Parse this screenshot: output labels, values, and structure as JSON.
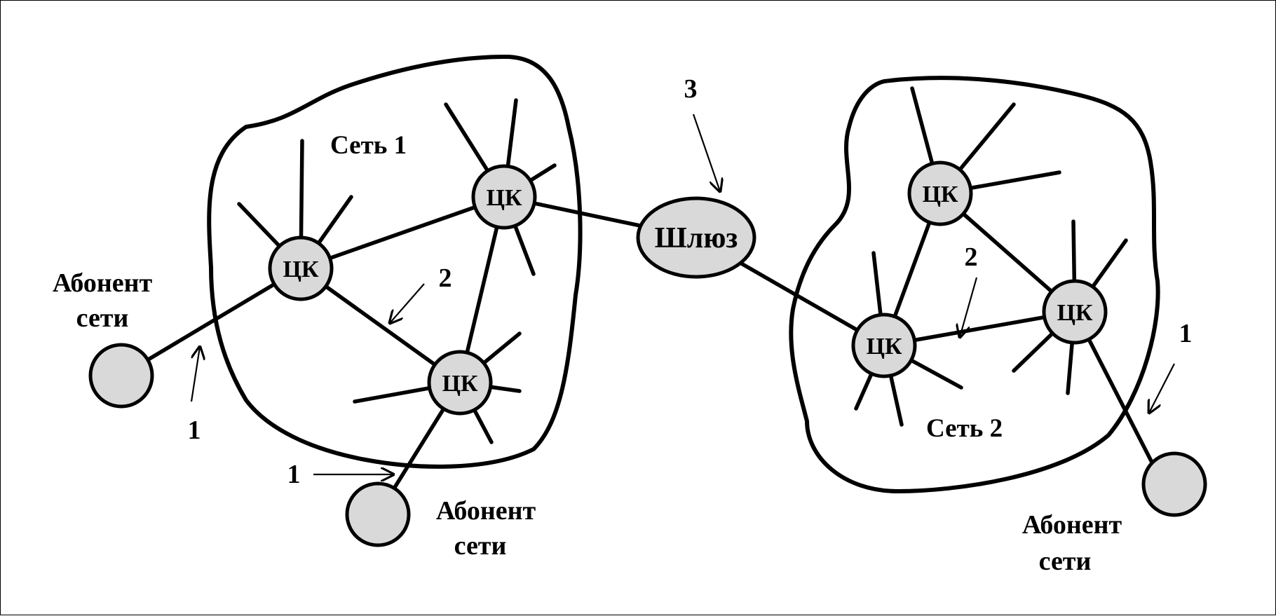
{
  "networks": [
    {
      "id": "net1",
      "label": "Сеть 1"
    },
    {
      "id": "net2",
      "label": "Сеть 2"
    }
  ],
  "switching_center_label": "ЦК",
  "gateway_label": "Шлюз",
  "subscriber_label": {
    "line1": "Абонент",
    "line2": "сети"
  },
  "markers": {
    "one": "1",
    "two": "2",
    "three": "3"
  },
  "colors": {
    "node_fill": "#d9d9d9",
    "stroke": "#000000",
    "background": "#ffffff"
  }
}
